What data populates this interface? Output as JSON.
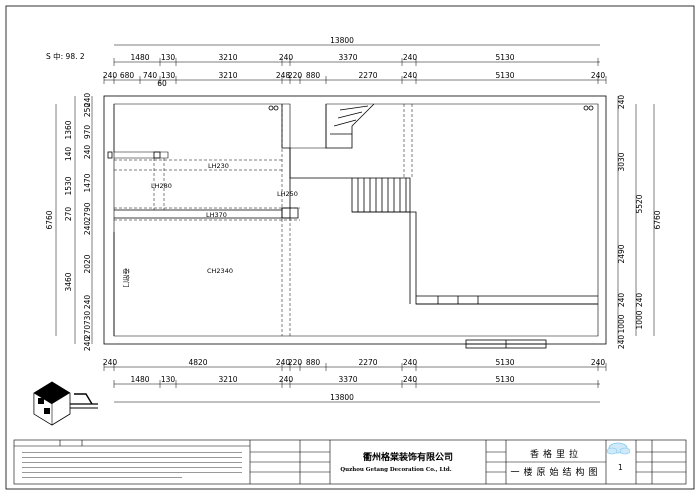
{
  "scale_note": "S 中: 98. 2",
  "dims_top_total": "13800",
  "dims_top_row1": [
    "1480",
    "130",
    "3210",
    "240",
    "3370",
    "240",
    "5130"
  ],
  "dims_top_row2": [
    "240",
    "680",
    "740",
    "130",
    "3210",
    "248",
    "220",
    "880",
    "2270",
    "240",
    "5130",
    "240"
  ],
  "dims_top_small": "60",
  "dims_bottom_row1": [
    "240",
    "4820",
    "240",
    "220",
    "880",
    "2270",
    "240",
    "5130",
    "240"
  ],
  "dims_bottom_row2": [
    "1480",
    "130",
    "3210",
    "240",
    "3370",
    "240",
    "5130"
  ],
  "dims_bottom_total": "13800",
  "dims_left_inner": [
    "240",
    "250",
    "1360",
    "970",
    "140",
    "240",
    "1470",
    "1530",
    "270",
    "2790",
    "240",
    "2020",
    "3460",
    "240",
    "730",
    "270",
    "240"
  ],
  "dims_left_outer": "6760",
  "dims_right_inner": [
    "240",
    "3030",
    "2490",
    "240",
    "1000",
    "240"
  ],
  "dims_right_mid": [
    "5520",
    "1000",
    "240"
  ],
  "dims_right_outer": "6760",
  "labels": {
    "lh230": "LH230",
    "lh280": "LH280",
    "lh250": "LH250",
    "lh370": "LH370",
    "ch2340": "CH2340",
    "door": "卷帘门"
  },
  "title_block": {
    "company_cn": "衢州格棠装饰有限公司",
    "company_en": "Quzhou Getang Decoration Co., Ltd.",
    "project": "香格里拉",
    "drawing_title": "一楼原始结构图",
    "sheet_no": "1"
  },
  "colors": {
    "line": "#000000",
    "cloud": "#7ec8f0"
  }
}
